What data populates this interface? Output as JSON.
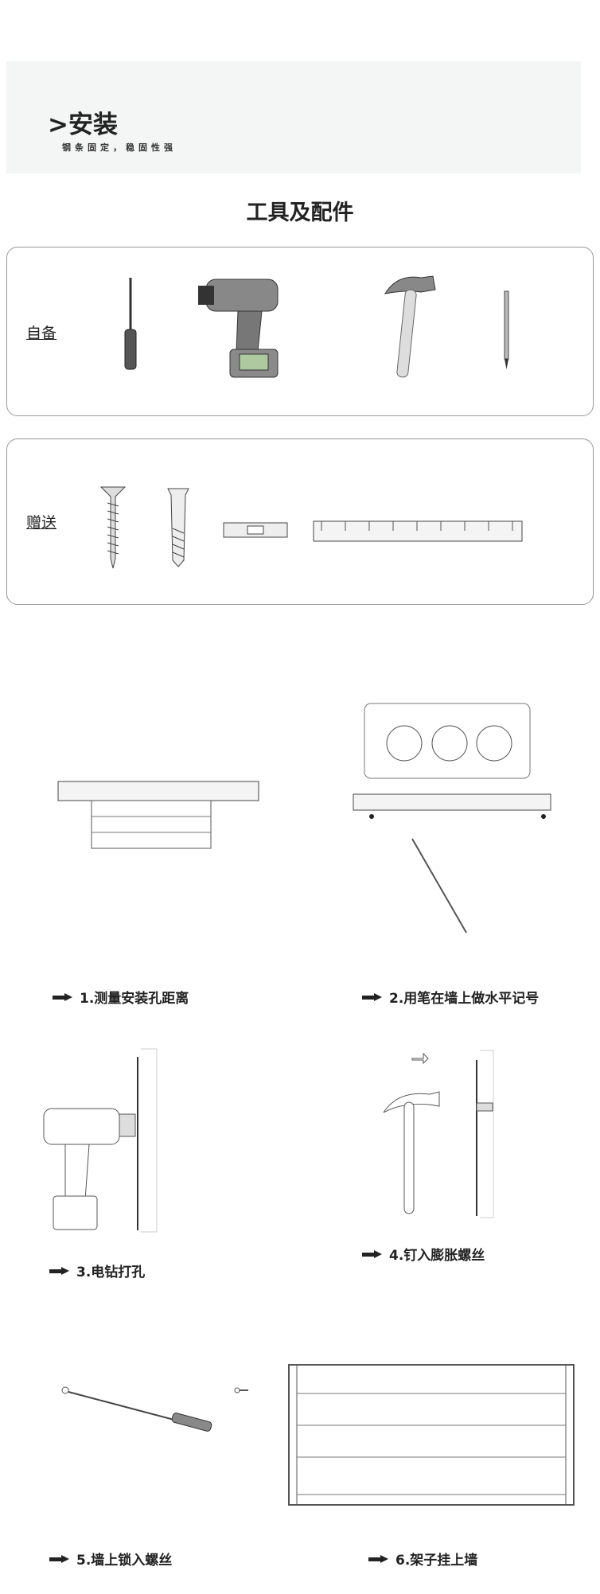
{
  "header": {
    "title": ">安装",
    "subtitle": "钢条固定，稳固性强"
  },
  "section_title": "工具及配件",
  "self_provided": {
    "label": "自备",
    "items": [
      "screwdriver",
      "electric-drill",
      "hammer",
      "pencil"
    ]
  },
  "included": {
    "label": "赠送",
    "items": [
      "screw",
      "wall-anchor",
      "spirit-level",
      "ruler"
    ]
  },
  "steps": [
    {
      "label": "1.测量安装孔距离"
    },
    {
      "label": "2.用笔在墙上做水平记号"
    },
    {
      "label": "3.电钻打孔"
    },
    {
      "label": "4.钉入膨胀螺丝"
    },
    {
      "label": "5.墙上锁入螺丝"
    },
    {
      "label": "6.架子挂上墙"
    }
  ]
}
